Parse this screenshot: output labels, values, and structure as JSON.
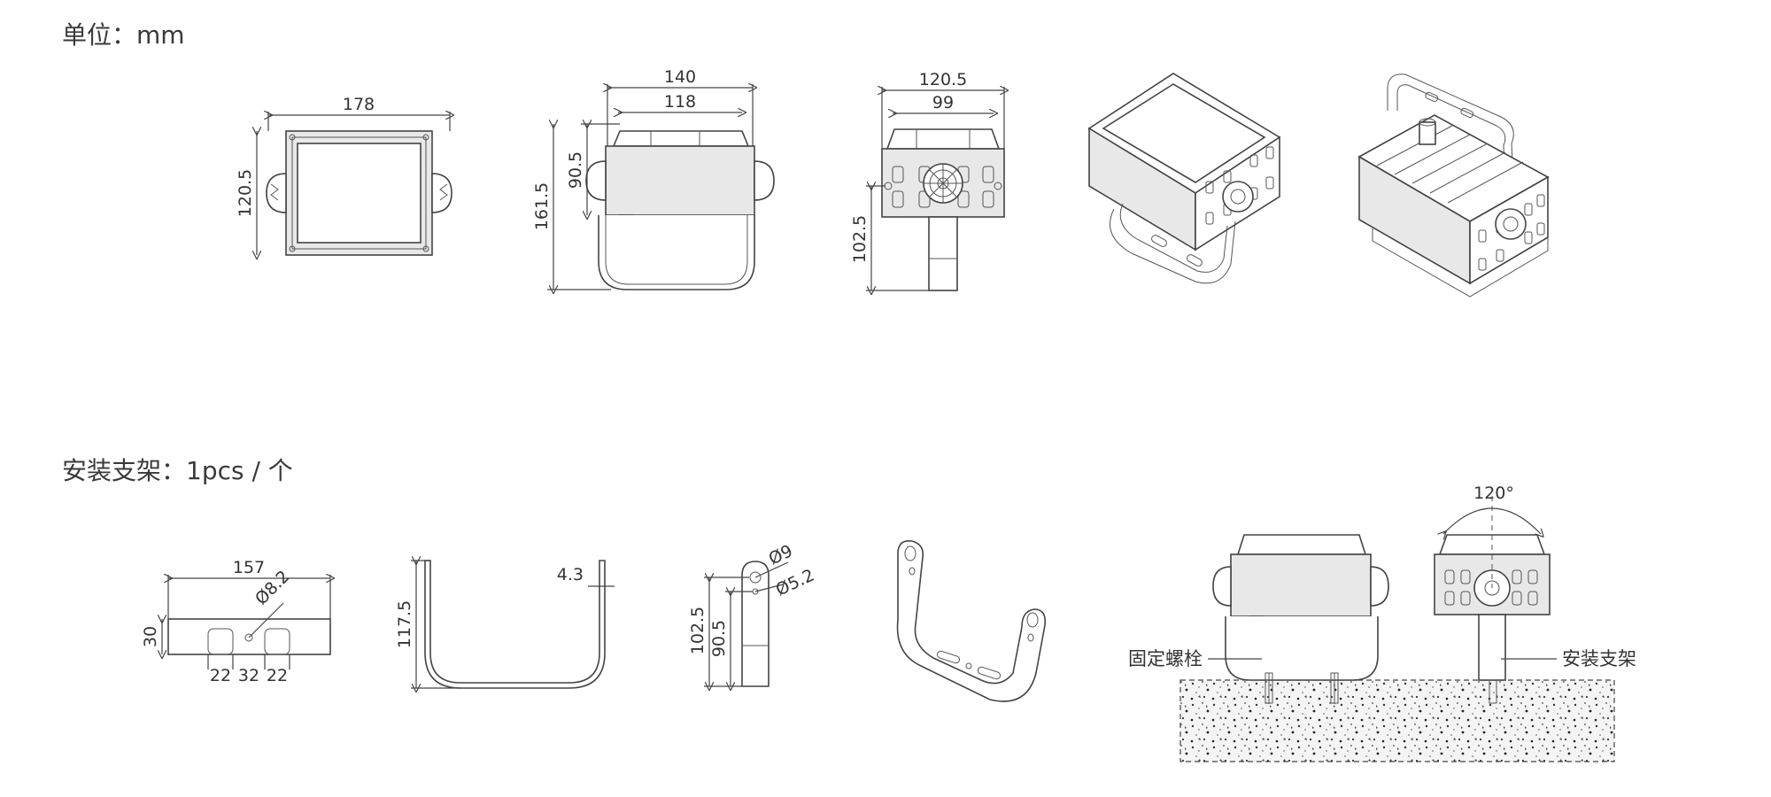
{
  "headings": {
    "unit": "单位：mm",
    "bracket": "安装支架：1pcs / 个"
  },
  "fixture_views": {
    "front": {
      "width": "178",
      "height": "120.5"
    },
    "side": {
      "outer_width": "140",
      "inner_width": "118",
      "body_height": "90.5",
      "total_height": "161.5"
    },
    "end": {
      "outer_width": "120.5",
      "inner_width": "99",
      "bracket_height": "102.5"
    }
  },
  "bracket_views": {
    "plan": {
      "length": "157",
      "height": "30",
      "hole": "Ø8.2",
      "slot_a": "22",
      "center": "32",
      "slot_b": "22"
    },
    "profile": {
      "height": "117.5",
      "thickness": "4.3"
    },
    "arm": {
      "outer_height": "102.5",
      "inner_height": "90.5",
      "hole_large": "Ø9",
      "hole_small": "Ø5.2"
    }
  },
  "installation": {
    "rotation_angle": "120°",
    "bolt_label": "固定螺栓",
    "bracket_label": "安装支架"
  }
}
